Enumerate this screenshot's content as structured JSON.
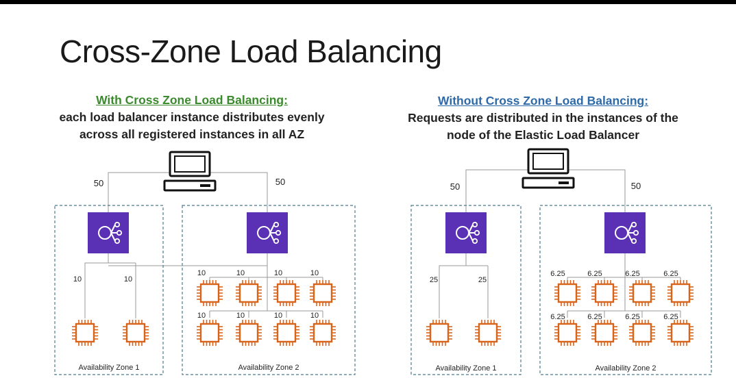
{
  "title": "Cross-Zone Load Balancing",
  "left": {
    "heading": "With Cross Zone Load Balancing:",
    "desc_line1": "each load balancer instance distributes evenly",
    "desc_line2": "across all registered instances in all AZ",
    "traffic_az1": "50",
    "traffic_az2": "50",
    "az1_instance_share": "10",
    "az2_instance_share": "10",
    "az1_label": "Availability Zone 1",
    "az2_label": "Availability Zone 2"
  },
  "right": {
    "heading": "Without Cross Zone Load Balancing:",
    "desc_line1": "Requests are distributed in the instances of the",
    "desc_line2": "node of the Elastic Load Balancer",
    "traffic_az1": "50",
    "traffic_az2": "50",
    "az1_instance_share": "25",
    "az2_instance_share": "6.25",
    "az1_label": "Availability Zone 1",
    "az2_label": "Availability Zone 2"
  },
  "colors": {
    "with_heading": "#3c8a2e",
    "without_heading": "#2e6aa8",
    "elb": "#5a30b5",
    "instance": "#d8641b",
    "az_border": "#4a7a8c",
    "az_label": "#2e6aa8"
  },
  "icons": {
    "client": "desktop-computer-icon",
    "load_balancer": "elastic-load-balancer-icon",
    "instance": "ec2-instance-chip-icon"
  }
}
